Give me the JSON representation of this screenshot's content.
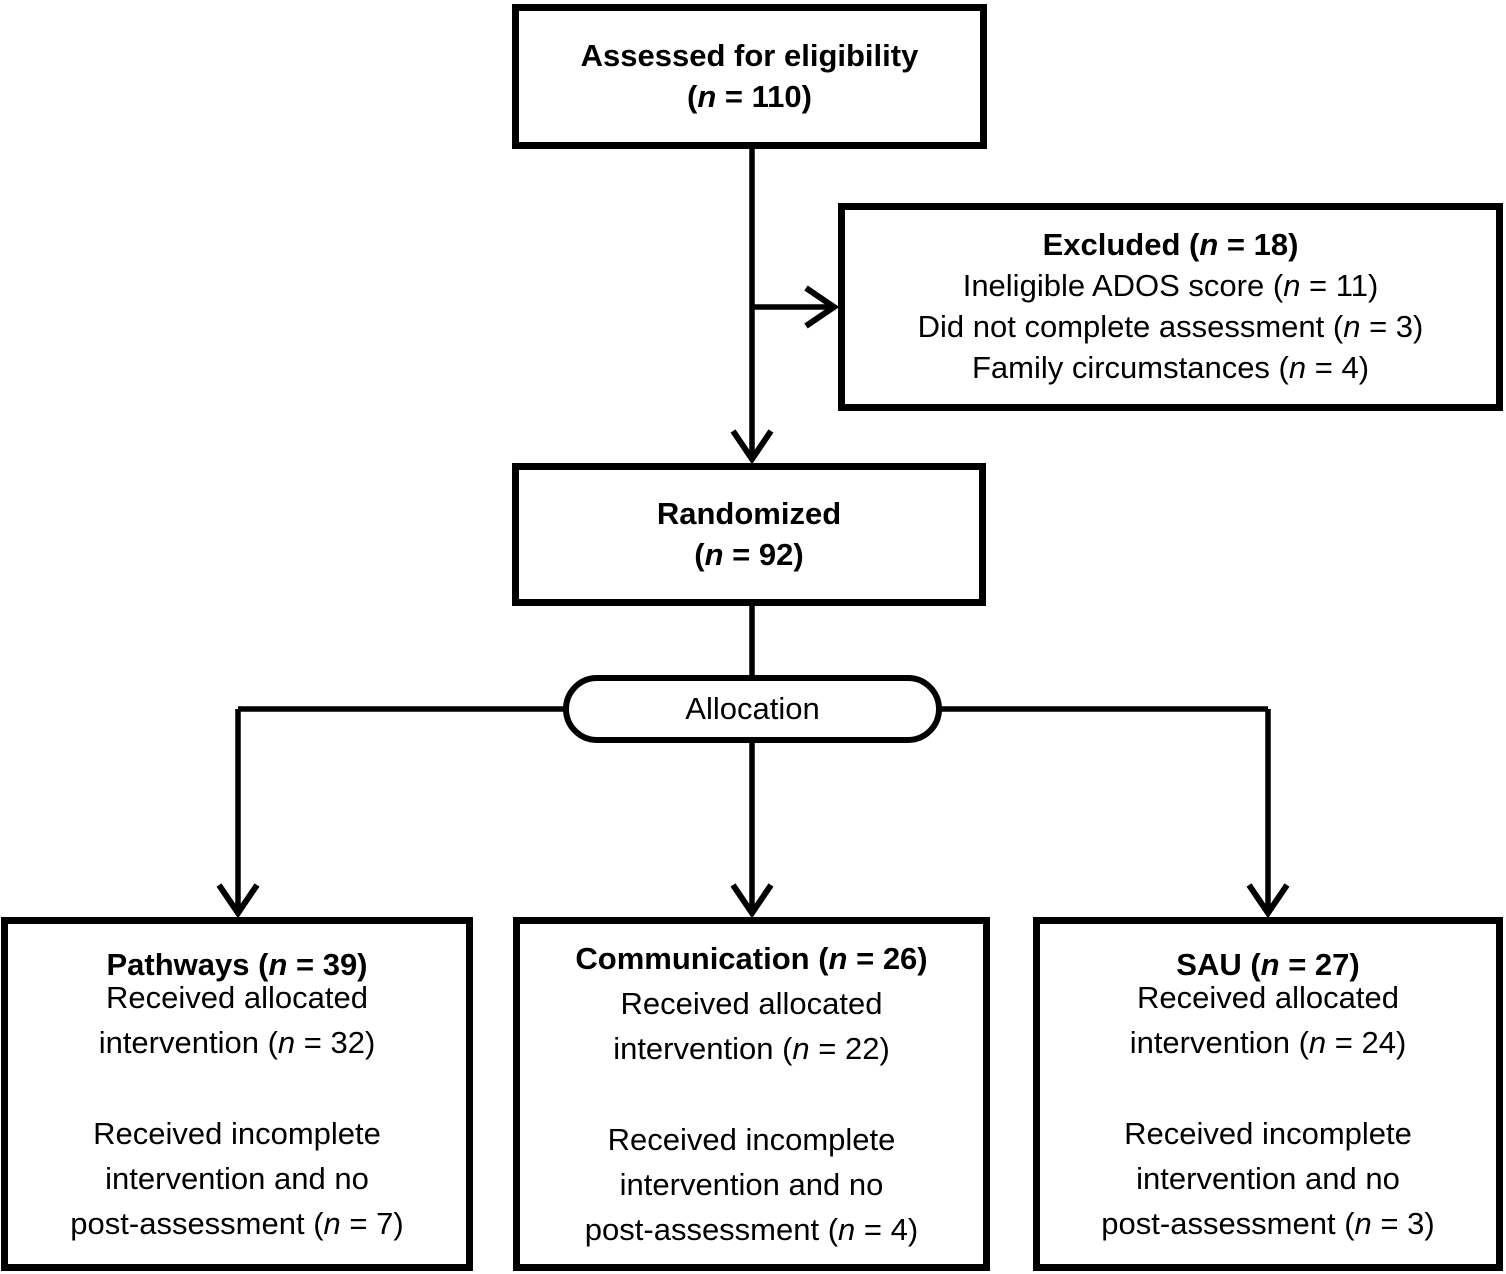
{
  "diagram": {
    "type": "consort-flow-diagram",
    "line_color": "#000000",
    "background_color": "#ffffff",
    "boxes": {
      "assessed": {
        "heading_lines": [
          "Assessed for eligibility",
          "(n = 110)"
        ],
        "body_lines": []
      },
      "excluded": {
        "heading_lines": [
          "Excluded (n = 18)"
        ],
        "body_lines": [
          "Ineligible ADOS score (n = 11)",
          "Did not complete assessment (n = 3)",
          "Family circumstances (n = 4)"
        ]
      },
      "randomized": {
        "heading_lines": [
          "Randomized",
          "(n = 92)"
        ],
        "body_lines": []
      },
      "allocation": {
        "label": "Allocation"
      },
      "pathways": {
        "heading_lines": [
          "Pathways (n = 39)"
        ],
        "body_lines": [
          "Received allocated",
          "intervention (n = 32)",
          "",
          "Received incomplete",
          "intervention and no",
          "post-assessment (n = 7)"
        ]
      },
      "communication": {
        "heading_lines": [
          "Communication (n = 26)"
        ],
        "body_lines": [
          "Received allocated",
          "intervention (n = 22)",
          "",
          "Received incomplete",
          "intervention and no",
          "post-assessment (n = 4)"
        ]
      },
      "sau": {
        "heading_lines": [
          "SAU (n = 27)"
        ],
        "body_lines": [
          "Received allocated",
          "intervention (n = 24)",
          "",
          "Received incomplete",
          "intervention and no",
          "post-assessment (n = 3)"
        ]
      }
    }
  }
}
